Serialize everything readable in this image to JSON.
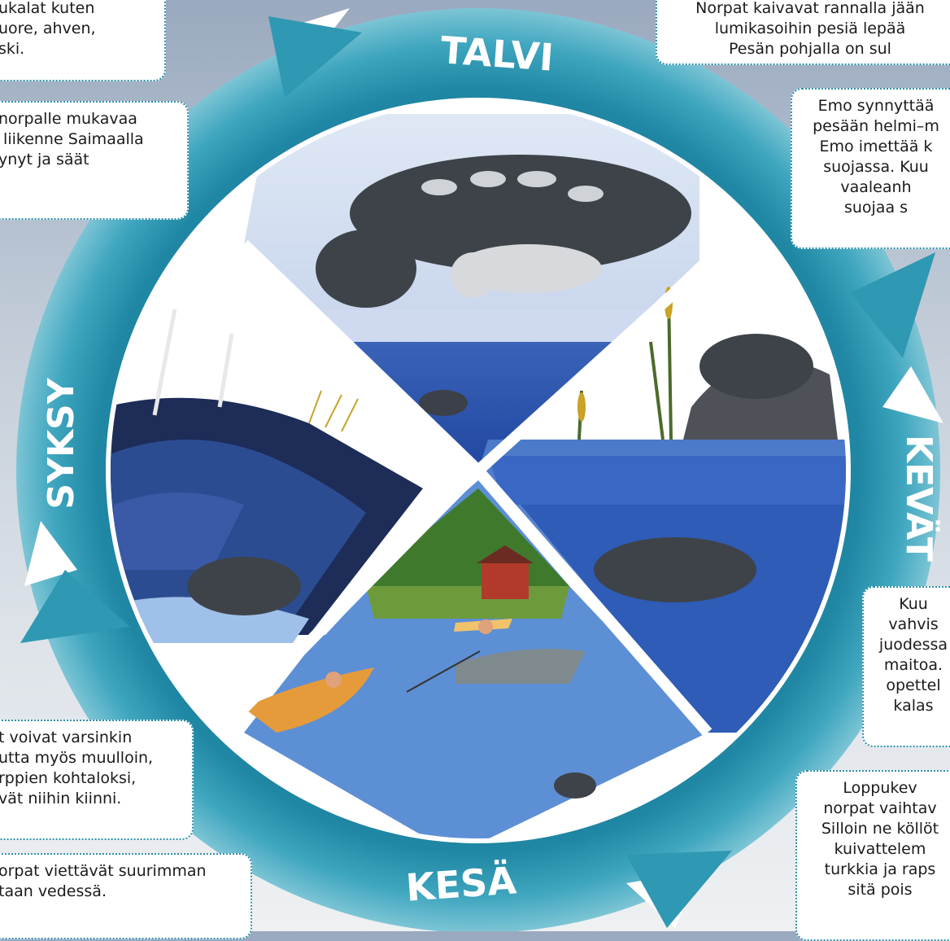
{
  "seasons": {
    "winter": "TALVI",
    "spring": "KEVÄT",
    "summer": "KESÄ",
    "autumn": "SYKSY"
  },
  "boxes": {
    "top_left": "ukalat kuten\nuore, ahven,\nski.",
    "left_traffic": "norpalle mukavaa\n liikenne Saimaalla\nynyt ja säät",
    "top_right": "Norpat kaivavat rannalla jään\nlumikasoihin pesiä lepää\nPesän pohjalla on sul",
    "right_birth": "Emo synnyttää\npesään helmi–m\nEmo imettää k\nsuojassa. Kuu\nvaaleanh\nsuojaa s",
    "right_nursing": "Kuu\nvahvis\njuodessa\nmaitoa.\nopettel\nkalas",
    "right_molt": "Loppukev\nnorpat vaihtav\nSilloin ne köllöt\nkuivattelem\nturkkia ja raps\nsitä pois",
    "left_nets": "t voivat varsinkin\nutta myös muulloin,\nrppien kohtaloksi,\nvät niihin kiinni.",
    "left_water": "orpat viettävät suurimman\ntaan vedessä."
  },
  "colors": {
    "ring": "#2b93ad",
    "ring_light": "#8fd0de",
    "box_border": "#2d8fa8"
  }
}
